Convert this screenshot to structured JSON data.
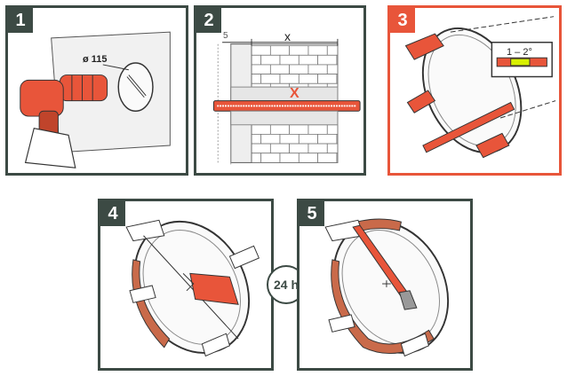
{
  "steps": [
    {
      "number": "1",
      "annotation": "ø 115"
    },
    {
      "number": "2",
      "dimension_x": "x",
      "gap": "5",
      "mark": "X"
    },
    {
      "number": "3",
      "angle": "1 – 2°"
    },
    {
      "number": "4"
    },
    {
      "number": "5"
    }
  ],
  "timer": {
    "label": "24 h"
  },
  "colors": {
    "frame": "#3c4a44",
    "accent": "#e8553a",
    "highlight": "#e8553a"
  }
}
